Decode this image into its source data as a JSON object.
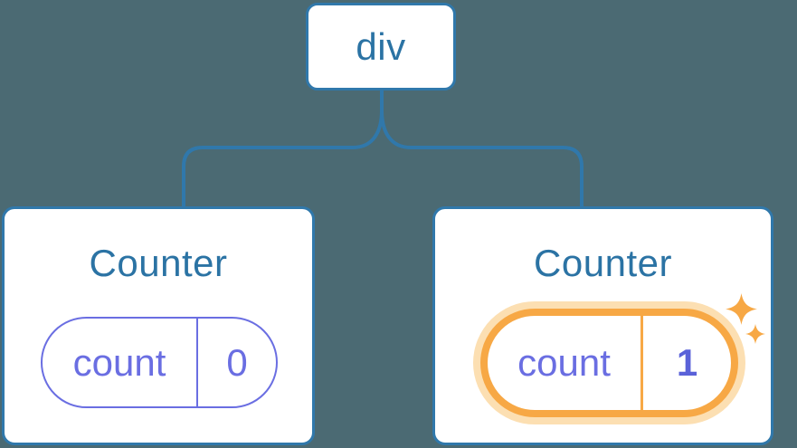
{
  "diagram": {
    "description": "Component tree: a div root with two Counter children holding independent count state",
    "root": {
      "label": "div"
    },
    "children": [
      {
        "title": "Counter",
        "state": {
          "key": "count",
          "value": "0"
        },
        "highlighted": false
      },
      {
        "title": "Counter",
        "state": {
          "key": "count",
          "value": "1"
        },
        "highlighted": true
      }
    ],
    "icons": {
      "highlight_icon": "sparkles-icon"
    }
  },
  "colors": {
    "bg": "#4b6a73",
    "blue_border": "#3078ab",
    "blue_text": "#2b73a4",
    "purple": "#6a6ee2",
    "purple_bold": "#5a62d9",
    "orange": "#f7a845",
    "orange_glow": "#fcdfb2"
  }
}
